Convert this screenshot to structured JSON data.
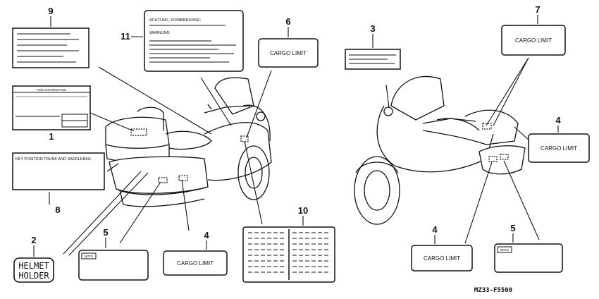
{
  "callouts": {
    "c1": "1",
    "c2": "2",
    "c3": "3",
    "c4a": "4",
    "c4b": "4",
    "c4c": "4",
    "c5a": "5",
    "c5b": "5",
    "c6": "6",
    "c7": "7",
    "c8": "8",
    "c9": "9",
    "c10": "10",
    "c11": "11"
  },
  "labels": {
    "cargo_limit": "CARGO LIMIT",
    "tire_information": "TIRE INFORMATION",
    "key_position": "KEY POSITION TRUNK AND SADDLEBAG",
    "helmet_line1": "HELMET",
    "helmet_line2": "HOLDER",
    "note": "NOTE",
    "achtung": "ACHTUNG, KOMBIBREMSE!",
    "warnung": "WARNUNG"
  },
  "diagram_code": "MZ33-F5500",
  "icons": [
    "motorcycle-rear-view",
    "motorcycle-front-view"
  ]
}
